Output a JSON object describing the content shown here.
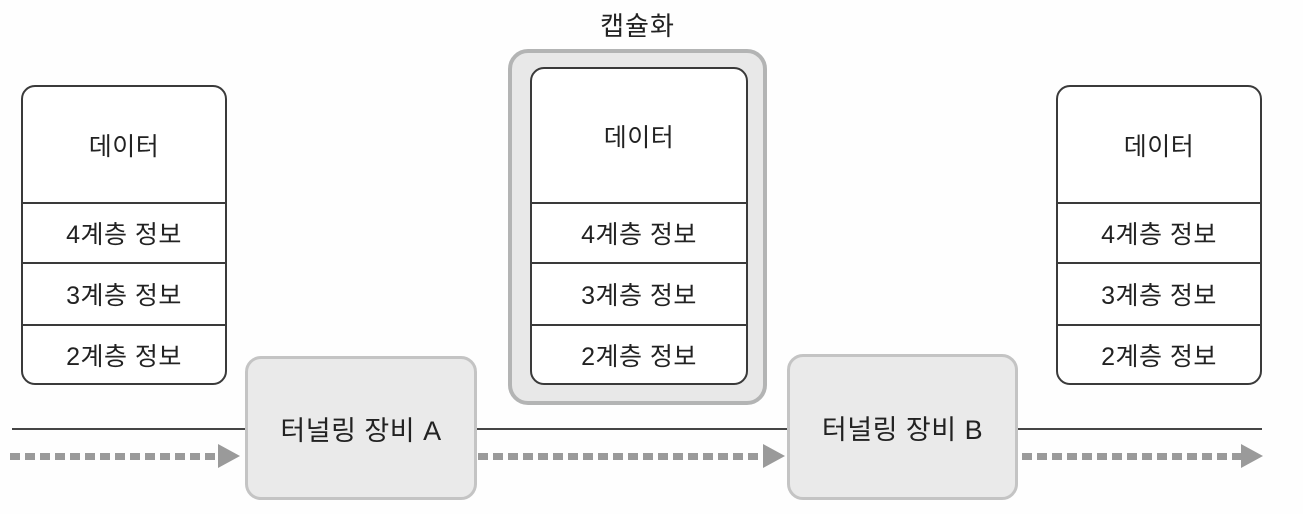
{
  "diagram": {
    "encapsulation_label": "캡슐화",
    "stack_layers": [
      "데이터",
      "4계층 정보",
      "3계층 정보",
      "2계층 정보"
    ],
    "device_a_label": "터널링 장비 A",
    "device_b_label": "터널링 장비 B"
  },
  "colors": {
    "box_border": "#3a3a3a",
    "box_fill": "#ffffff",
    "text": "#222222",
    "device_fill": "#eaeaea",
    "device_border": "#c4c4c4",
    "capsule_fill": "#e8e8e8",
    "capsule_border": "#b3b4b4",
    "solid_line": "#454545",
    "dashed_line": "#9a9a9a"
  }
}
